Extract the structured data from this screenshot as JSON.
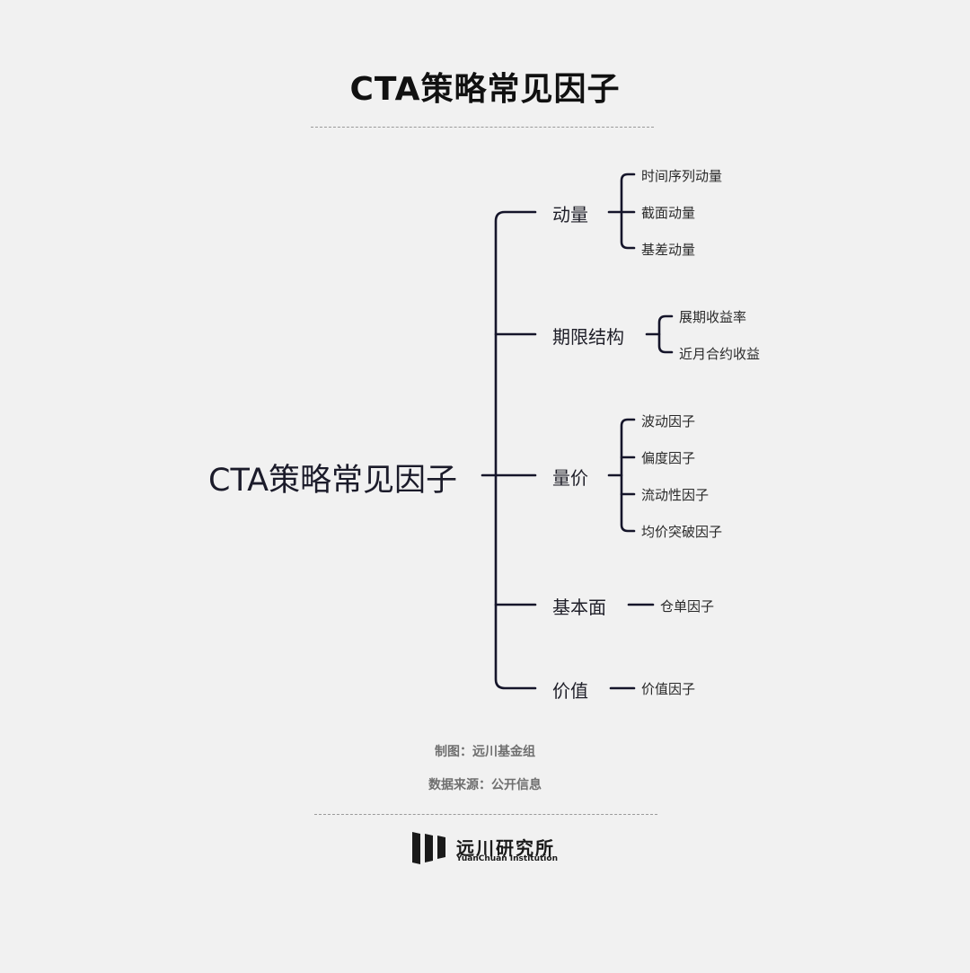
{
  "title": "CTA策略常见因子",
  "root": "CTA策略常见因子",
  "branches": [
    {
      "label": "动量",
      "leaves": [
        "时间序列动量",
        "截面动量",
        "基差动量"
      ]
    },
    {
      "label": "期限结构",
      "leaves": [
        "展期收益率",
        "近月合约收益"
      ]
    },
    {
      "label": "量价",
      "leaves": [
        "波动因子",
        "偏度因子",
        "流动性因子",
        "均价突破因子"
      ]
    },
    {
      "label": "基本面",
      "leaves": [
        "仓单因子"
      ]
    },
    {
      "label": "价值",
      "leaves": [
        "价值因子"
      ]
    }
  ],
  "credits": {
    "made_by": "制图：远川基金组",
    "source": "数据来源：公开信息"
  },
  "logo": {
    "name": "远川研究所",
    "subtitle": "YuanChuan Institution"
  },
  "colors": {
    "background": "#f1f1f1",
    "line": "#15152a"
  }
}
